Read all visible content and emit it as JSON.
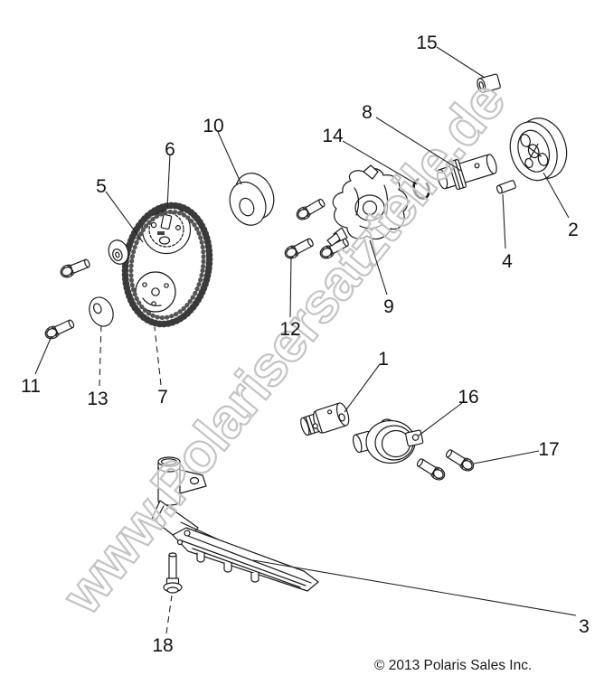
{
  "watermark": {
    "text": "www.Polarisersatzteile.de",
    "stroke_color": "#c4c4c4"
  },
  "copyright": "© 2013 Polaris Sales Inc.",
  "line_color": "#1a1a1a",
  "callouts": {
    "c1": "1",
    "c2": "2",
    "c3": "3",
    "c4": "4",
    "c5": "5",
    "c6": "6",
    "c7": "7",
    "c8": "8",
    "c9": "9",
    "c10": "10",
    "c11": "11",
    "c12": "12",
    "c13": "13",
    "c14": "14",
    "c15": "15",
    "c16": "16",
    "c17": "17",
    "c18": "18"
  }
}
